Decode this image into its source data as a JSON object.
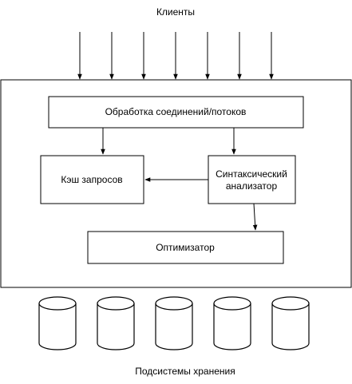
{
  "diagram": {
    "clients_label": "Клиенты",
    "storage_label": "Подсистемы хранения",
    "nodes": {
      "connection_handler": "Обработка соединений/потоков",
      "query_cache": "Кэш запросов",
      "parser_line1": "Синтаксический",
      "parser_line2": "анализатор",
      "optimizer": "Оптимизатор"
    },
    "client_count": 7,
    "storage_count": 5,
    "edges": [
      {
        "from": "clients",
        "to": "server"
      },
      {
        "from": "connection_handler",
        "to": "query_cache"
      },
      {
        "from": "connection_handler",
        "to": "parser"
      },
      {
        "from": "parser",
        "to": "query_cache"
      },
      {
        "from": "parser",
        "to": "optimizer"
      }
    ]
  }
}
